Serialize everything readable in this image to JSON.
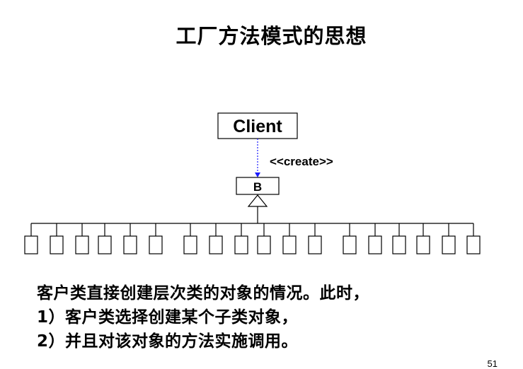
{
  "slide": {
    "title": "工厂方法模式的思想",
    "page_number": "51"
  },
  "diagram": {
    "client_label": "Client",
    "relation_label": "<<create>>",
    "base_class_label": "B",
    "subclass_count": 18,
    "dependency_color": "#1a1aff"
  },
  "body": {
    "lines": [
      "客户类直接创建层次类的对象的情况。此时，",
      "1）客户类选择创建某个子类对象，",
      "2）并且对该对象的方法实施调用。"
    ]
  }
}
